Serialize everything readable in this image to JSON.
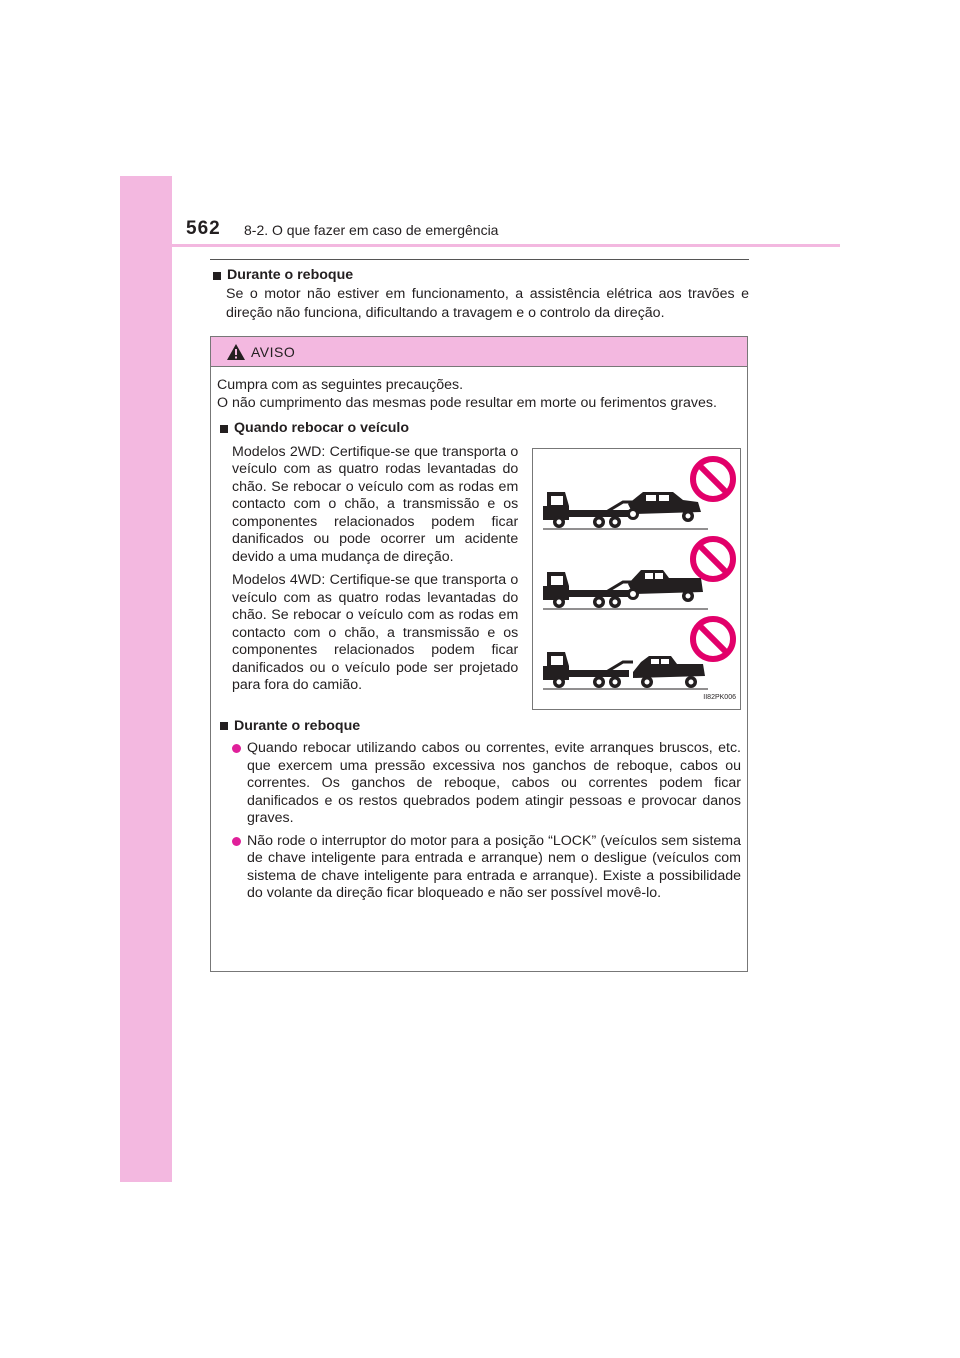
{
  "header": {
    "page_number": "562",
    "section": "8-2. O que fazer em caso de emergência"
  },
  "intro": {
    "heading": "Durante o reboque",
    "text": "Se o motor não estiver em funcionamento, a assistência elétrica aos travões e direção não funciona, dificultando a travagem e o controlo da direção."
  },
  "warning": {
    "title": "AVISO",
    "intro_line1": "Cumpra com as seguintes precauções.",
    "intro_line2": "O não cumprimento das mesmas pode resultar em morte ou ferimentos graves.",
    "towing": {
      "heading": "Quando rebocar o veículo",
      "para_2wd": "Modelos 2WD: Certifique-se que transporta o veículo com as quatro rodas levantadas do chão. Se rebocar o veículo com as rodas em contacto com o chão, a transmissão e os componentes relacionados podem ficar danificados ou pode ocorrer um acidente devido a uma mudança de direção.",
      "para_4wd": "Modelos 4WD: Certifique-se que transporta o veículo com as quatro rodas levantadas do chão. Se rebocar o veículo com as rodas em contacto com o chão, a transmissão e os componentes relacionados podem ficar danificados ou o veículo pode ser projetado para fora do camião.",
      "figure_code": "II82PK006"
    },
    "during": {
      "heading": "Durante o reboque",
      "items": [
        "Quando rebocar utilizando cabos ou correntes, evite arranques bruscos, etc. que exercem uma pressão excessiva nos ganchos de reboque, cabos ou correntes. Os ganchos de reboque, cabos ou correntes podem ficar danificados e os restos quebrados podem atingir pessoas e provocar danos graves.",
        "Não rode o interruptor do motor para a posição “LOCK” (veículos sem sistema de chave inteligente para entrada e arranque) nem o desligue (veículos com sistema de chave inteligente para entrada e arranque). Existe a possibilidade do volante da direção ficar bloqueado e não ser possível movê-lo."
      ]
    }
  },
  "colors": {
    "accent_pink": "#f3b8e0",
    "prohibit_red": "#e2006a",
    "bullet_magenta": "#e0209a"
  }
}
